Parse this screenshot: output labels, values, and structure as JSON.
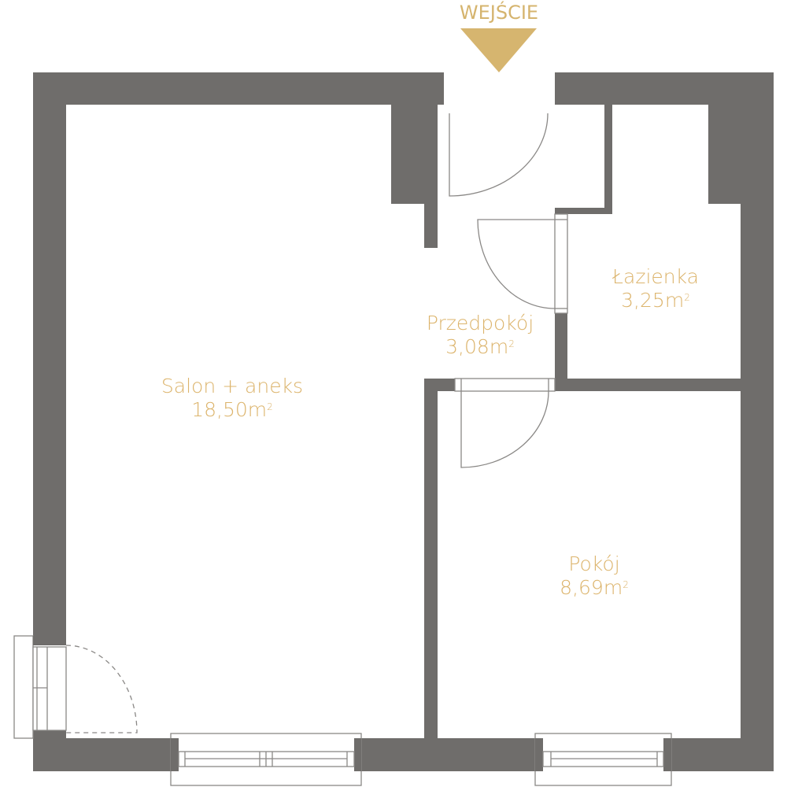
{
  "entrance": {
    "label": "WEJŚCIE"
  },
  "rooms": [
    {
      "name": "Salon + aneks",
      "area": "18,50m",
      "unit_sup": "2"
    },
    {
      "name": "Przedpokój",
      "area": "3,08m",
      "unit_sup": "2"
    },
    {
      "name": "Łazienka",
      "area": "3,25m",
      "unit_sup": "2"
    },
    {
      "name": "Pokój",
      "area": "8,69m",
      "unit_sup": "2"
    }
  ],
  "colors": {
    "wall": "#6f6d6b",
    "accent": "#dcb46c"
  }
}
